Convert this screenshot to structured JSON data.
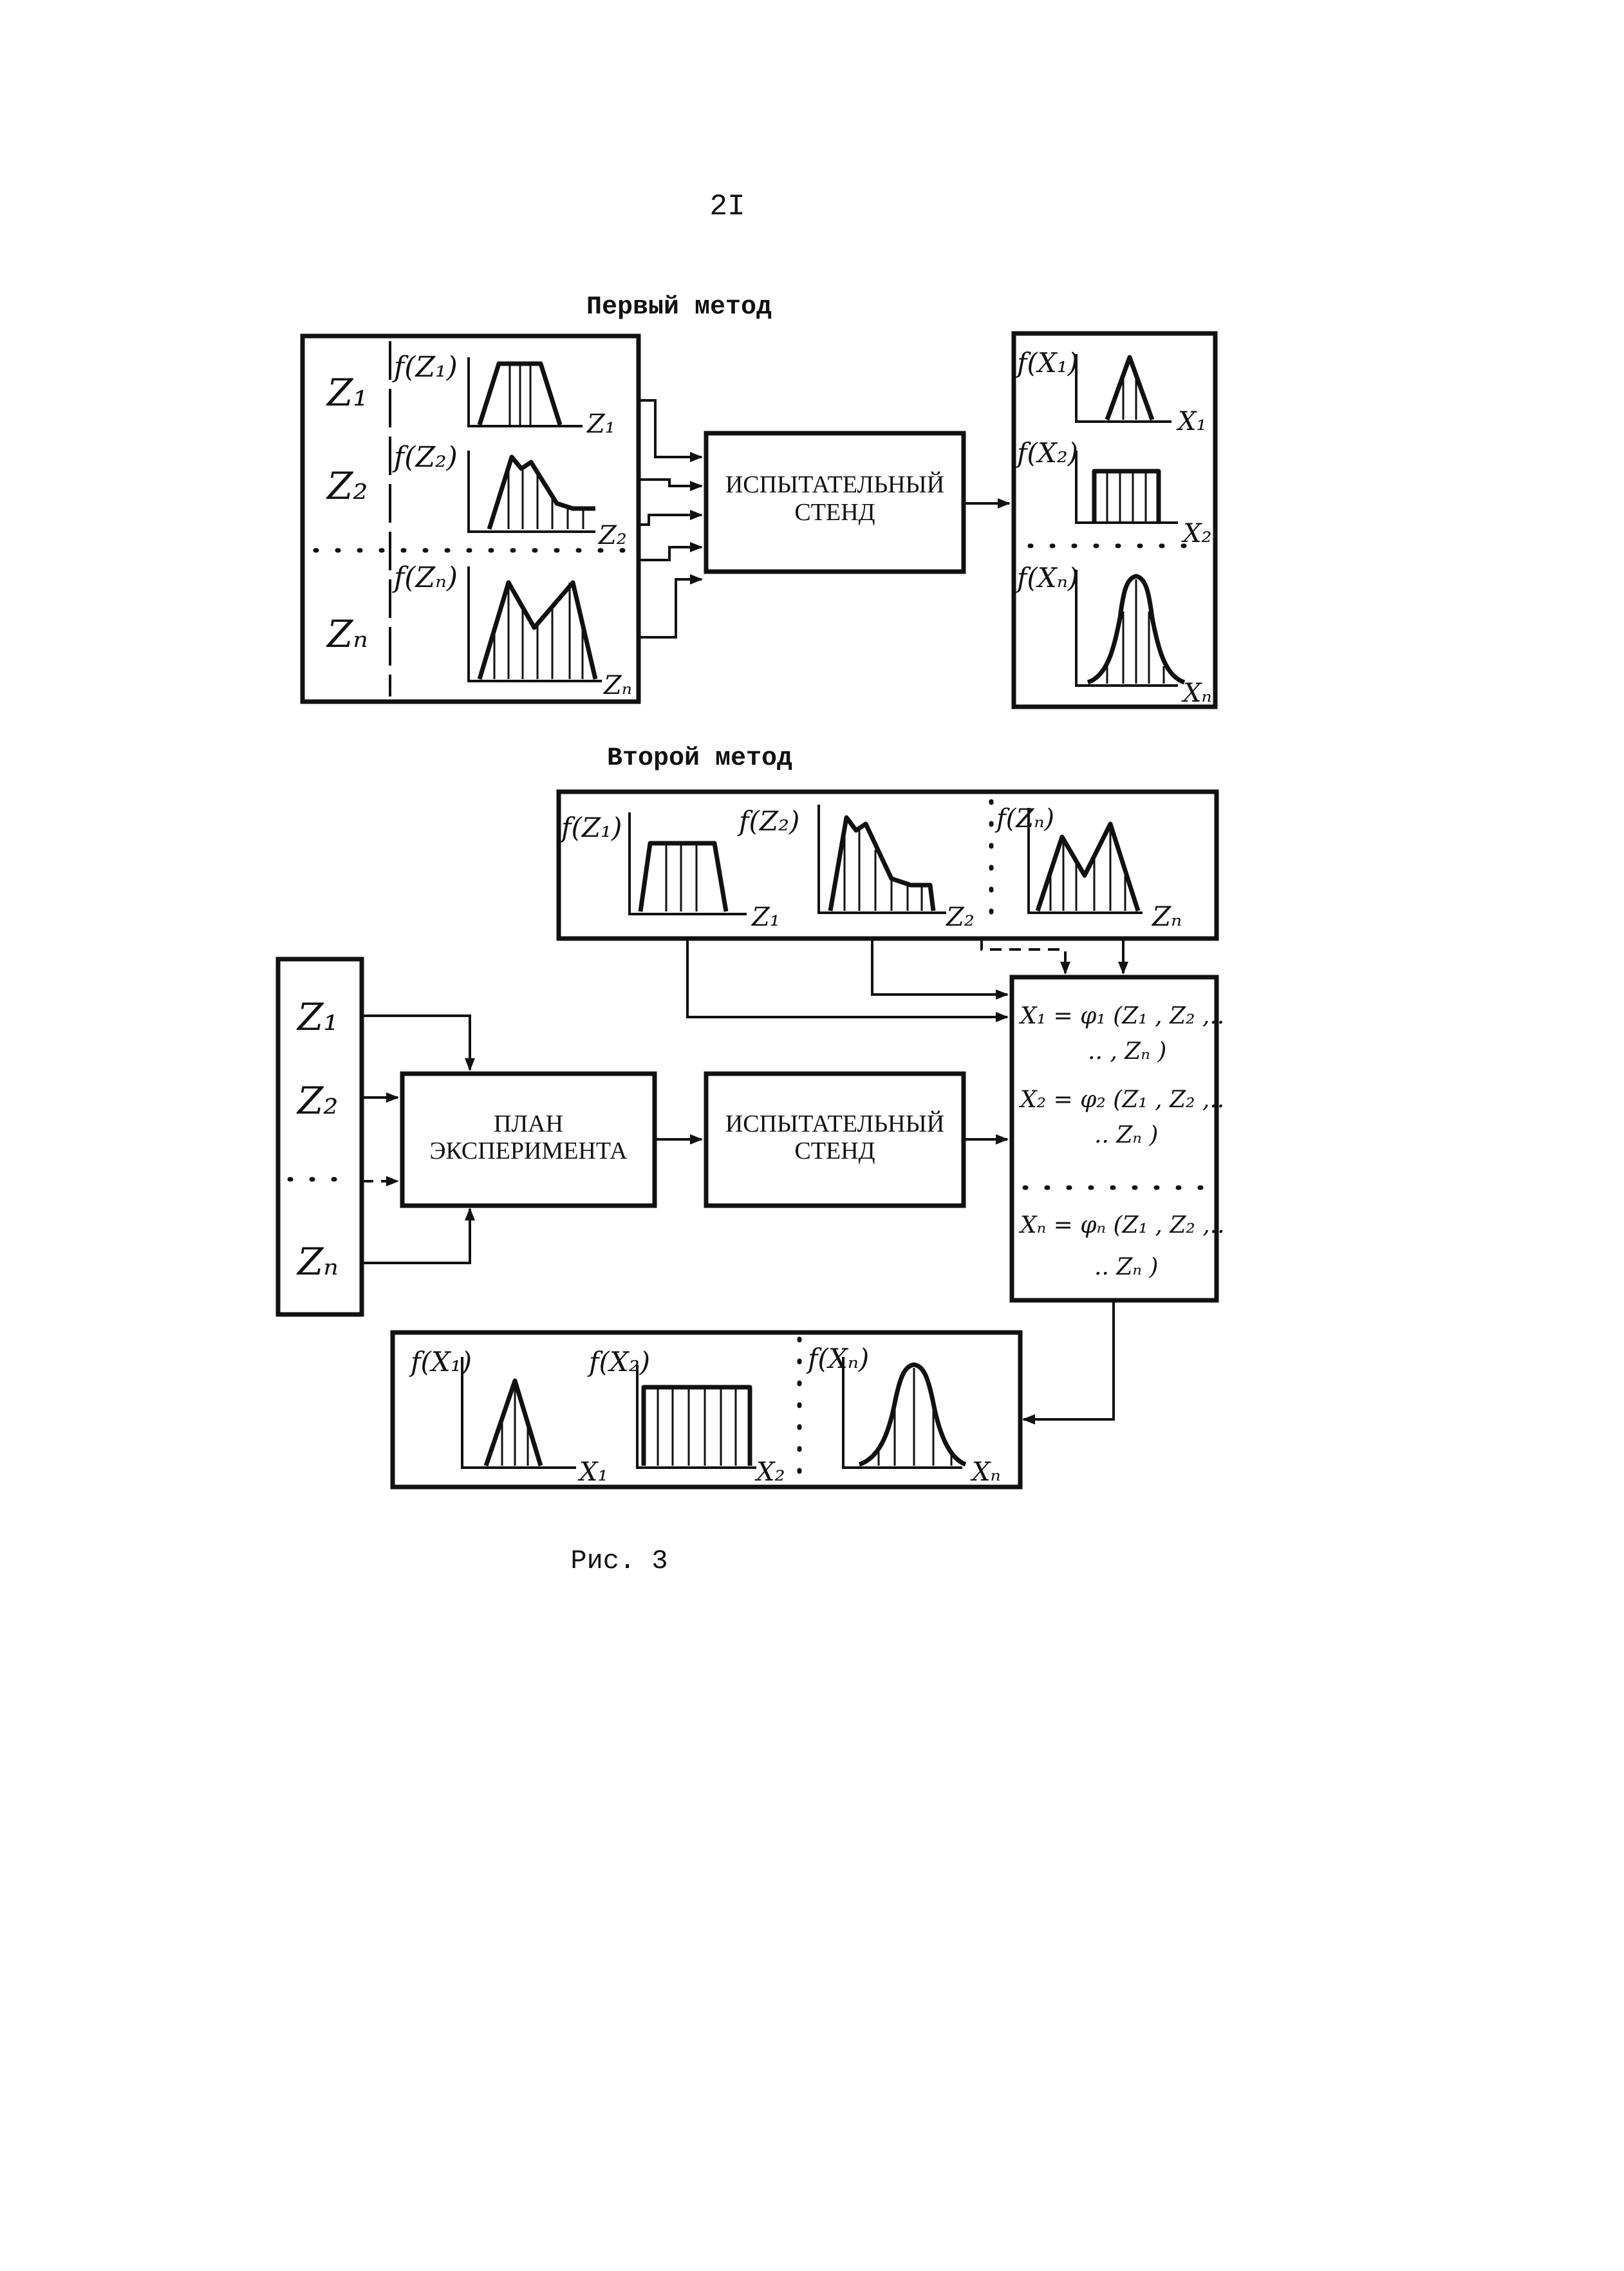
{
  "page_number": "2I",
  "caption": "Рис. 3",
  "method1": {
    "title": "Первый метод",
    "inputs": [
      {
        "var": "Z₁",
        "func": "f(Z₁)",
        "axis": "Z₁"
      },
      {
        "var": "Z₂",
        "func": "f(Z₂)",
        "axis": "Z₂"
      },
      {
        "var": "Zₙ",
        "func": "f(Zₙ)",
        "axis": "Zₙ"
      }
    ],
    "stand": {
      "line1": "ИСПЫТАТЕЛЬНЫЙ",
      "line2": "СТЕНД"
    },
    "outputs": [
      {
        "func": "f(X₁)",
        "axis": "X₁"
      },
      {
        "func": "f(X₂)",
        "axis": "X₂"
      },
      {
        "func": "f(Xₙ)",
        "axis": "Xₙ"
      }
    ]
  },
  "method2": {
    "title": "Второй метод",
    "distributions": [
      {
        "func": "f(Z₁)",
        "axis": "Z₁"
      },
      {
        "func": "f(Z₂)",
        "axis": "Z₂"
      },
      {
        "func": "f(Zₙ)",
        "axis": "Zₙ"
      }
    ],
    "factors": [
      "Z₁",
      "Z₂",
      "Zₙ"
    ],
    "plan": {
      "line1": "ПЛАН",
      "line2": "ЭКСПЕРИМЕНТА"
    },
    "stand": {
      "line1": "ИСПЫТАТЕЛЬНЫЙ",
      "line2": "СТЕНД"
    },
    "equations": [
      {
        "line1": "X₁ = φ₁ (Z₁ , Z₂ ,..",
        "line2": ".. , Zₙ )"
      },
      {
        "line1": "X₂ = φ₂ (Z₁ , Z₂ ,..",
        "line2": ".. Zₙ )"
      },
      {
        "line1": "Xₙ = φₙ (Z₁ , Z₂ ,..",
        "line2": ".. Zₙ )"
      }
    ],
    "outputs": [
      {
        "func": "f(X₁)",
        "axis": "X₁"
      },
      {
        "func": "f(X₂)",
        "axis": "X₂"
      },
      {
        "func": "f(Xₙ)",
        "axis": "Xₙ"
      }
    ]
  }
}
